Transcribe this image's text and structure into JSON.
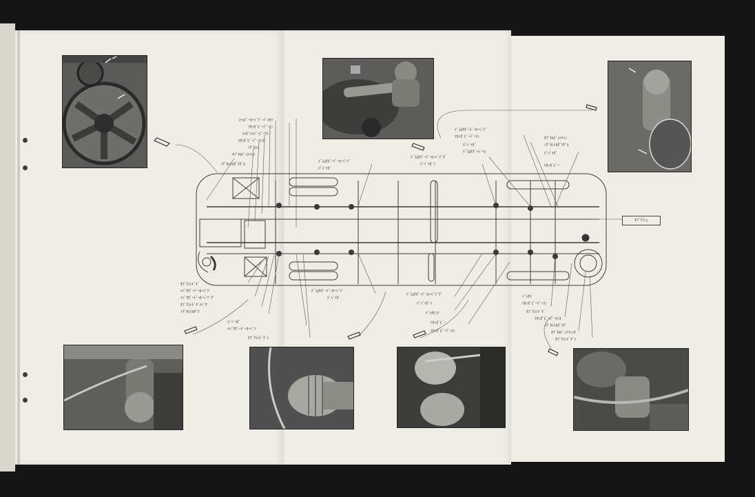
{
  "labels": {
    "left_upper": [
      "ｺｰﾙﾄﾞｰﾛｰﾍﾞﾂﾞ･ｲﾞｼﾀﾘ",
      "ﾘﾀﾝｾﾞﾋﾞｰﾃﾞｰﾏﾝ",
      "ﾗｲｾﾞｲｿｼﾞｰﾋﾞｰｻﾗ",
      "ﾘﾀﾝｾﾞﾋﾞｰﾃﾞｰﾏﾝｽ",
      "ﾉｸﾞﾀｼﾐ",
      "ﾀﾌﾞｷﾙﾄﾞｯﾄｲﾍﾝ",
      "ﾉｸﾞﾀｼﾐﾙﾀﾞﾂｸﾞﾙ"
    ],
    "left_lower": [
      "ﾀﾌﾞｸﾗﾝﾄﾞｷﾞ",
      "ｲﾍﾞｻﾎﾞｰﾄﾞｰﾛｰﾍﾞﾂﾞ",
      "ｲﾍﾞｻﾎﾞｰﾄﾞｰﾛｰﾍﾞﾂﾞｸﾞ",
      "ﾀﾌﾞｸﾗﾝﾄﾞｷﾞｲﾍﾞｻ",
      "ﾉｸﾞﾀｼﾐﾙﾀﾞﾂ",
      "ﾊﾟﾍﾞｲｾﾞ",
      "ｲﾍﾞｻﾎﾞｰﾄﾞｰﾛｰﾍﾞﾂ",
      "ﾀﾌﾞｸﾗﾝﾄﾞｷﾞｼ"
    ],
    "center_upper": [
      "ﾄﾞﾗﾑｻﾎﾞｰﾄﾞｰﾛｰﾍﾞﾂﾞ",
      "ﾊﾟﾍﾞｲｾﾞ",
      "ﾄﾞﾗﾑｻﾎﾞｰﾄﾞｰﾛｰﾍﾞﾂﾞｸﾞ",
      "ﾊﾟﾍﾞｲｾﾞﾘ"
    ],
    "center_lower": [
      "ﾄﾞﾗﾑｻﾎﾞｰﾄﾞｰﾛｰﾍﾞﾂﾞ",
      "ﾊﾟﾍﾞｲｾﾞ",
      "ﾄﾞﾗﾑｻﾎﾞｰﾄﾞｰﾛｰﾍﾞﾂﾞｸﾞ",
      "ﾊﾟﾍﾞｲｾﾞﾘ",
      "ｲﾞｼﾀﾘﾝｸ",
      "ﾘﾀﾝｾﾞﾋﾞｰ",
      "ﾘﾀﾝｾﾞﾋﾞｰﾃﾞｰﾏﾝ"
    ],
    "right_upper": [
      "ﾄﾞﾗﾑｻﾎﾞｰﾄﾞｰﾛｰﾍﾞﾂﾞ",
      "ﾘﾀﾝｾﾞﾋﾞｰﾃﾞｰﾏﾝ",
      "ﾊﾟﾍﾞｲｾﾞ",
      "ﾄﾞﾗﾑｻﾎﾞｰﾄﾞｰﾛ",
      "ﾀﾌﾞｷﾙﾄﾞｯﾄｲﾍﾝ",
      "ﾉｸﾞﾀｼﾐﾙﾀﾞﾂｸﾞﾙ",
      "ﾊﾟﾍﾞｲｾﾞ",
      "ﾘﾀﾝｾﾞﾋﾞｰ"
    ],
    "right_lower": [
      "ｲﾞｼﾀﾘ",
      "ﾘﾀﾝｾﾞﾋﾞｰﾃﾞｰﾏﾝ",
      "ﾀﾌﾞｸﾗﾝﾄﾞｷﾞ",
      "ﾘﾀﾝｾﾞﾋﾞｰﾃﾞｰﾏﾝｽ",
      "ﾉｸﾞﾀｼﾐﾙﾀﾞﾂｸﾞ",
      "ﾀﾌﾞｷﾙﾄﾞｯﾄｲﾍﾝﾀ",
      "ﾀﾌﾞｸﾗﾝﾄﾞｷﾞｼ"
    ],
    "callout_box": "ﾀﾌﾞｸﾗﾝ｣"
  },
  "photos": [
    "fan-pulley-photo",
    "steering-linkage-photo",
    "front-axle-photo",
    "rear-suspension-photo",
    "propeller-shaft-photo",
    "rear-spring-photo",
    "brake-cylinder-photo"
  ],
  "colors": {
    "paper": "#efede6",
    "ink": "#333333",
    "background": "#161616"
  }
}
